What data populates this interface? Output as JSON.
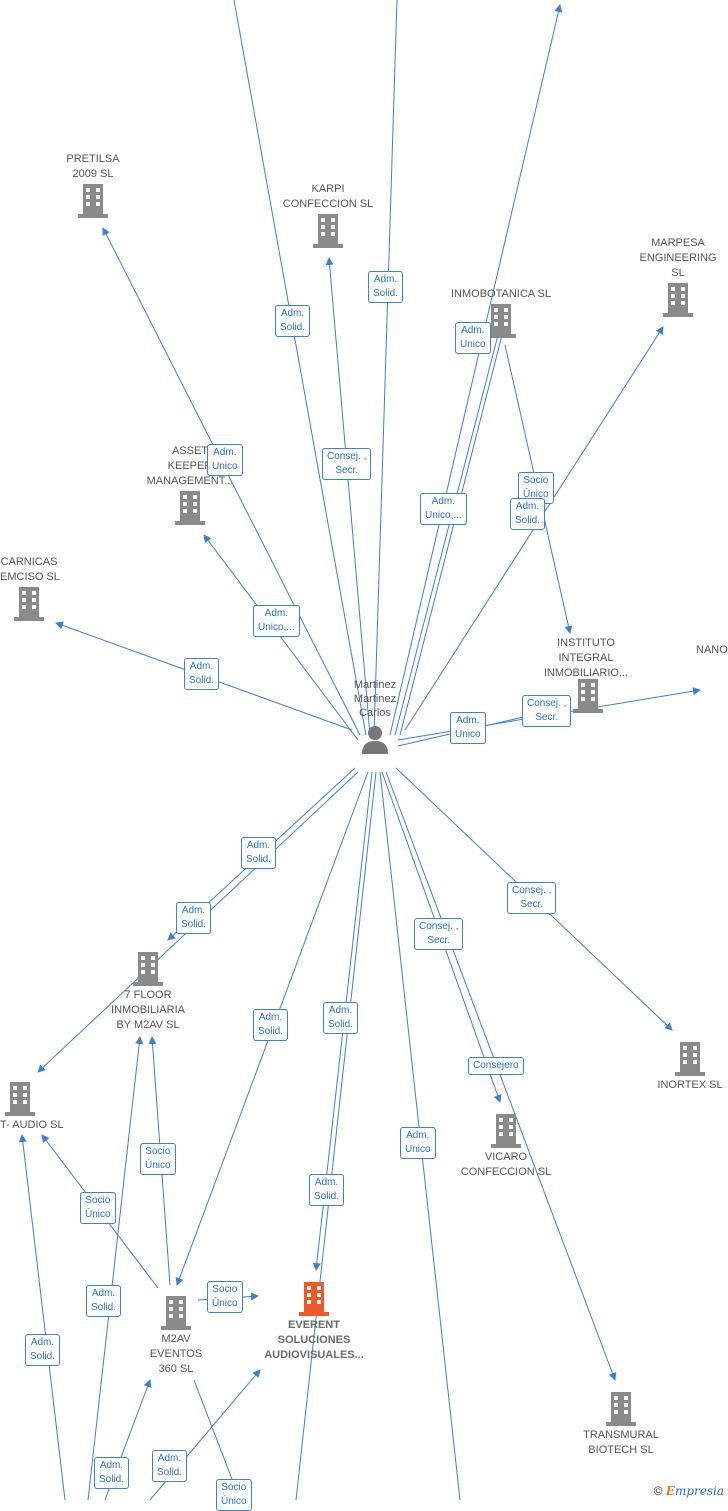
{
  "center": {
    "name_lines": [
      "Martinez",
      "Martinez",
      "Carlos"
    ],
    "icon": "person-icon"
  },
  "colors": {
    "edge": "#3d7fd4",
    "company": "#8a8a8a",
    "focus": "#f05a28",
    "label_text": "#2a6fc9"
  },
  "companies": [
    {
      "id": "pretilsa",
      "lines": [
        "PRETILSA",
        "2009 SL"
      ],
      "text_pos": "above"
    },
    {
      "id": "karpi",
      "lines": [
        "KARPI",
        "CONFECCION SL"
      ],
      "text_pos": "above"
    },
    {
      "id": "marpesa",
      "lines": [
        "MARPESA",
        "ENGINEERING",
        "SL"
      ],
      "text_pos": "above"
    },
    {
      "id": "inmobotanica",
      "lines": [
        "INMOBOTANICA SL"
      ],
      "text_pos": "above"
    },
    {
      "id": "asset-keeper",
      "lines": [
        "ASSET",
        "KEEPER",
        "MANAGEMENT..."
      ],
      "text_pos": "above"
    },
    {
      "id": "carnicas",
      "lines": [
        "CARNICAS",
        "EMCISO SL"
      ],
      "text_pos": "above"
    },
    {
      "id": "instituto",
      "lines": [
        "INSTITUTO",
        "INTEGRAL",
        "INMOBILIARIO..."
      ],
      "text_pos": "above"
    },
    {
      "id": "nano",
      "lines": [
        "NANO"
      ],
      "text_pos": "above"
    },
    {
      "id": "7floor",
      "lines": [
        "7 FLOOR",
        "INMOBILIARIA",
        "BY M2AV  SL"
      ],
      "text_pos": "below"
    },
    {
      "id": "audio",
      "lines": [
        "T- AUDIO SL"
      ],
      "text_pos": "below"
    },
    {
      "id": "inortex",
      "lines": [
        "INORTEX SL"
      ],
      "text_pos": "below"
    },
    {
      "id": "vicaro",
      "lines": [
        "VICARO",
        "CONFECCION SL"
      ],
      "text_pos": "below"
    },
    {
      "id": "m2av",
      "lines": [
        "M2AV",
        "EVENTOS",
        "360  SL"
      ],
      "text_pos": "below"
    },
    {
      "id": "everent",
      "lines": [
        "EVERENT",
        "SOLUCIONES",
        "AUDIOVISUALES..."
      ],
      "text_pos": "below",
      "focus": true
    },
    {
      "id": "transmural",
      "lines": [
        "TRANSMURAL",
        "BIOTECH  SL"
      ],
      "text_pos": "below"
    }
  ],
  "edge_labels": [
    {
      "id": "l1",
      "lines": [
        "Adm.",
        "Solid."
      ]
    },
    {
      "id": "l2",
      "lines": [
        "Adm.",
        "Solid."
      ]
    },
    {
      "id": "l3",
      "lines": [
        "Adm.",
        "Unico"
      ]
    },
    {
      "id": "l4",
      "lines": [
        "Consej. ,",
        "Secr."
      ]
    },
    {
      "id": "l5",
      "lines": [
        "Adm.",
        "Unico"
      ]
    },
    {
      "id": "l6",
      "lines": [
        "Adm.",
        "Unico,..."
      ]
    },
    {
      "id": "l7",
      "lines": [
        "Socio",
        "Único"
      ]
    },
    {
      "id": "l8",
      "lines": [
        "Adm.",
        "Solid."
      ]
    },
    {
      "id": "l9",
      "lines": [
        "Adm.",
        "Unico,..."
      ]
    },
    {
      "id": "l10",
      "lines": [
        "Adm.",
        "Solid."
      ]
    },
    {
      "id": "l11",
      "lines": [
        "Adm.",
        "Unico"
      ]
    },
    {
      "id": "l12",
      "lines": [
        "Consej. ,",
        "Secr."
      ]
    },
    {
      "id": "l13",
      "lines": [
        "Adm.",
        "Solid."
      ]
    },
    {
      "id": "l14",
      "lines": [
        "Adm.",
        "Solid."
      ]
    },
    {
      "id": "l15",
      "lines": [
        "Consej. ,",
        "Secr."
      ]
    },
    {
      "id": "l16",
      "lines": [
        "Consej. ,",
        "Secr."
      ]
    },
    {
      "id": "l17",
      "lines": [
        "Adm.",
        "Solid."
      ]
    },
    {
      "id": "l18",
      "lines": [
        "Adm.",
        "Solid."
      ]
    },
    {
      "id": "l19",
      "lines": [
        "Consejero"
      ]
    },
    {
      "id": "l20",
      "lines": [
        "Socio",
        "Único"
      ]
    },
    {
      "id": "l21",
      "lines": [
        "Socio",
        "Único"
      ]
    },
    {
      "id": "l22",
      "lines": [
        "Adm.",
        "Unico"
      ]
    },
    {
      "id": "l23",
      "lines": [
        "Adm.",
        "Solid."
      ]
    },
    {
      "id": "l24",
      "lines": [
        "Socio",
        "Único"
      ]
    },
    {
      "id": "l25",
      "lines": [
        "Adm.",
        "Solid."
      ]
    },
    {
      "id": "l26",
      "lines": [
        "Adm.",
        "Solid."
      ]
    },
    {
      "id": "l27",
      "lines": [
        "Adm.",
        "Solid."
      ]
    },
    {
      "id": "l28",
      "lines": [
        "Adm.",
        "Solid."
      ]
    },
    {
      "id": "l29",
      "lines": [
        "Socio",
        "Único"
      ]
    }
  ],
  "footer": {
    "copyright": "©",
    "brand_first": "E",
    "brand_rest": "mpresia"
  }
}
